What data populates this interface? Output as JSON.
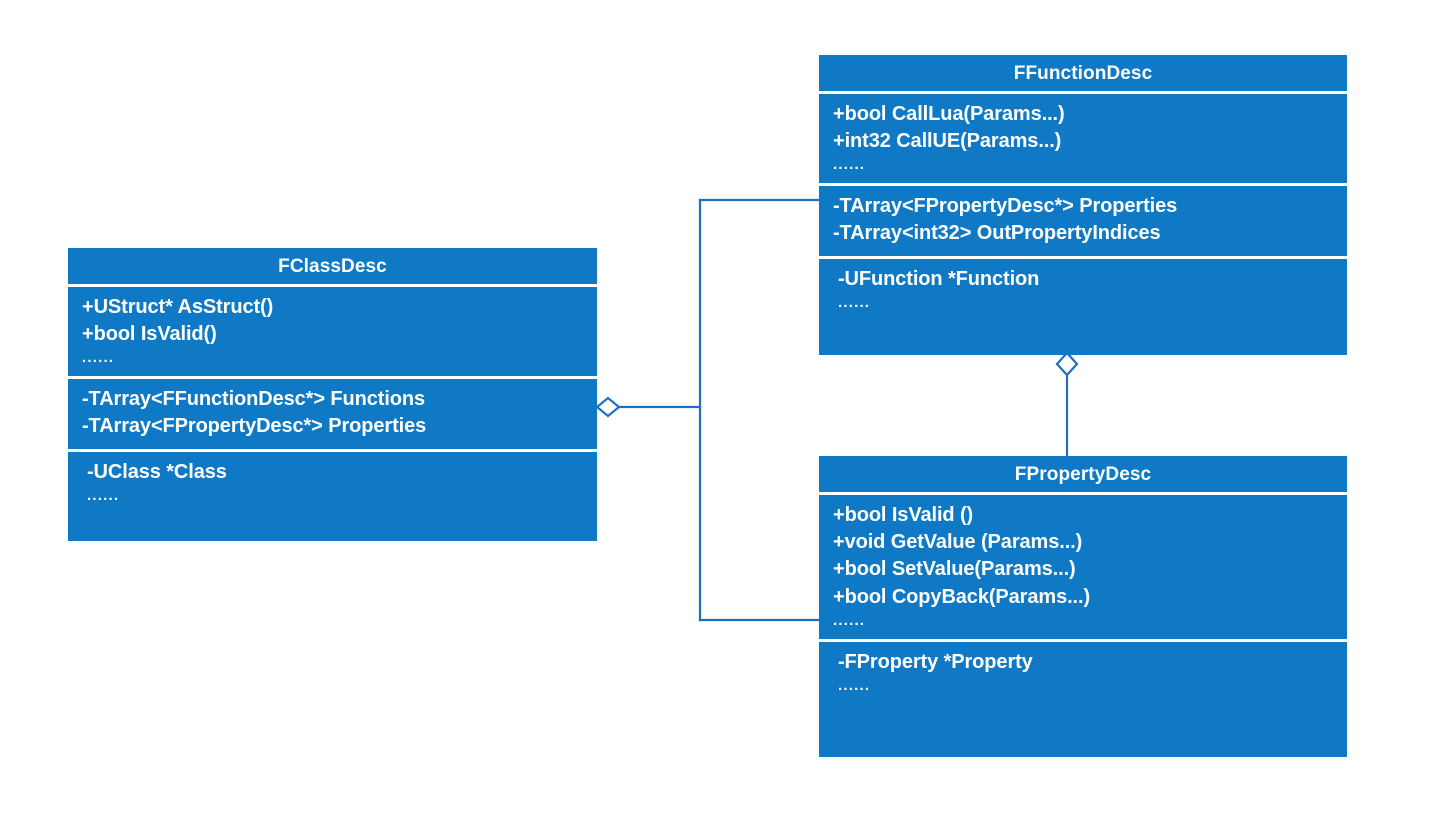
{
  "diagram": {
    "title": "UML class diagram",
    "type": "uml-class-diagram",
    "background_color": "#FFFFFF",
    "class_fill_color": "#0F79C5",
    "class_text_color": "#FFFFFF",
    "divider_color": "#FFFFFF",
    "connector_color": "#1F6FC0",
    "ellipsis": "......"
  },
  "classes": [
    {
      "id": "fclassdesc",
      "name": "FClassDesc",
      "methods": [
        "+UStruct* AsStruct()",
        "+bool IsValid()"
      ],
      "methods_more": "......",
      "attributes": [
        "-TArray<FFunctionDesc*> Functions",
        "-TArray<FPropertyDesc*> Properties"
      ],
      "internals": [
        "-UClass *Class"
      ],
      "internals_more": "......"
    },
    {
      "id": "ffunctiondesc",
      "name": "FFunctionDesc",
      "methods": [
        "+bool CallLua(Params...)",
        "+int32 CallUE(Params...)"
      ],
      "methods_more": "......",
      "attributes": [
        "-TArray<FPropertyDesc*> Properties",
        "-TArray<int32> OutPropertyIndices"
      ],
      "internals": [
        "-UFunction *Function"
      ],
      "internals_more": "......"
    },
    {
      "id": "fpropertydesc",
      "name": "FPropertyDesc",
      "methods": [
        "+bool IsValid ()",
        "+void GetValue (Params...)",
        "+bool SetValue(Params...)",
        "+bool CopyBack(Params...)"
      ],
      "methods_more": "......",
      "attributes": [],
      "internals": [
        "-FProperty *Property"
      ],
      "internals_more": "......"
    }
  ],
  "relationships": [
    {
      "id": "fclassdesc-to-ffunctiondesc",
      "type": "aggregation",
      "from": "FClassDesc",
      "to": "FFunctionDesc",
      "diamond_end": "FClassDesc",
      "label": ""
    },
    {
      "id": "fclassdesc-to-fpropertydesc",
      "type": "aggregation",
      "from": "FClassDesc",
      "to": "FPropertyDesc",
      "diamond_end": "FClassDesc",
      "label": ""
    },
    {
      "id": "ffunctiondesc-to-fpropertydesc",
      "type": "aggregation",
      "from": "FFunctionDesc",
      "to": "FPropertyDesc",
      "diamond_end": "FFunctionDesc",
      "label": ""
    }
  ]
}
